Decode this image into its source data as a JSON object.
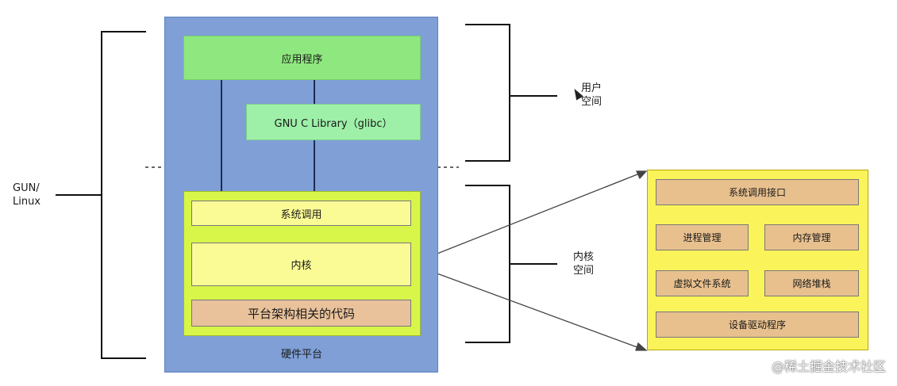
{
  "left": {
    "gnu_linux_line1": "GUN/",
    "gnu_linux_line2": "Linux"
  },
  "stack": {
    "application": "应用程序",
    "glibc": "GNU C Library（glibc）",
    "syscall": "系统调用",
    "kernel": "内核",
    "arch_code": "平台架构相关的代码",
    "hardware": "硬件平台"
  },
  "right": {
    "user_space_line1": "用户",
    "user_space_line2": "空间",
    "kernel_space_line1": "内核",
    "kernel_space_line2": "空间"
  },
  "kernel_detail": {
    "syscall_interface": "系统调用接口",
    "process_mgmt": "进程管理",
    "memory_mgmt": "内存管理",
    "vfs": "虚拟文件系统",
    "network_stack": "网络堆栈",
    "device_drivers": "设备驱动程序"
  },
  "watermark": "@稀土掘金技术社区",
  "colors": {
    "platform_blue": "#7f9fd6",
    "app_green": "#8fe87f",
    "glibc_green": "#9ef0a8",
    "kernel_yellowgreen": "#d8f54a",
    "inner_yellow": "#fbfb96",
    "arch_tan": "#e9c29b",
    "detail_yellow": "#fbf35a",
    "detail_tan": "#e8c08e"
  }
}
